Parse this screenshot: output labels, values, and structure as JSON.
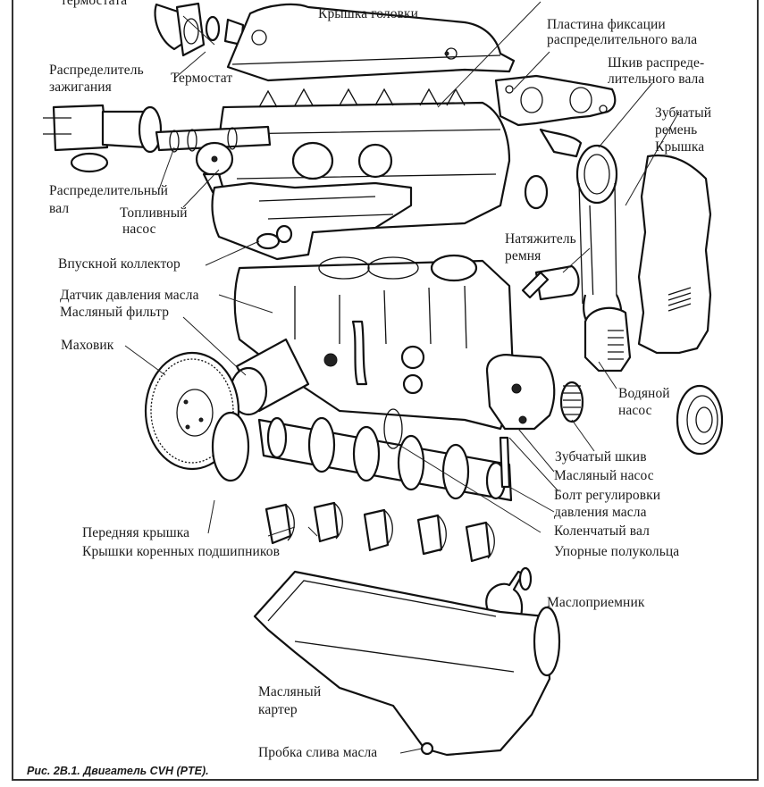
{
  "diagram": {
    "title": "Двигатель CVH (PTE)",
    "caption": "Рис. 2В.1. Двигатель CVH (PTE).",
    "labels": {
      "thermostat_housing": "термостата",
      "cylinder_head_cover": "Крышка головки",
      "camshaft_retaining_plate_1": "Пластина фиксации",
      "camshaft_retaining_plate_2": "распределительного вала",
      "camshaft_pulley_1": "Шкив распреде-",
      "camshaft_pulley_2": "лительного вала",
      "distributor_1": "Распределитель",
      "distributor_2": "зажигания",
      "thermostat": "Термостат",
      "timing_belt_1": "Зубчатый",
      "timing_belt_2": "ремень",
      "cover": "Крышка",
      "camshaft_1": "Распределительный",
      "camshaft_2": "вал",
      "fuel_pump_1": "Топливный",
      "fuel_pump_2": "насос",
      "intake_manifold": "Впускной коллектор",
      "belt_tensioner_1": "Натяжитель",
      "belt_tensioner_2": "ремня",
      "oil_pressure_sensor": "Датчик давления масла",
      "oil_filter": "Масляный фильтр",
      "flywheel": "Маховик",
      "water_pump_1": "Водяной",
      "water_pump_2": "насос",
      "toothed_pulley": "Зубчатый шкив",
      "oil_pump": "Масляный насос",
      "pressure_relief_bolt_1": "Болт регулировки",
      "pressure_relief_bolt_2": "давления масла",
      "crankshaft": "Коленчатый вал",
      "thrust_washers": "Упорные полукольца",
      "front_cover": "Передняя крышка",
      "main_bearing_caps": "Крышки коренных подшипников",
      "oil_pickup": "Маслоприемник",
      "oil_sump_1": "Масляный",
      "oil_sump_2": "картер",
      "drain_plug": "Пробка слива масла"
    }
  }
}
